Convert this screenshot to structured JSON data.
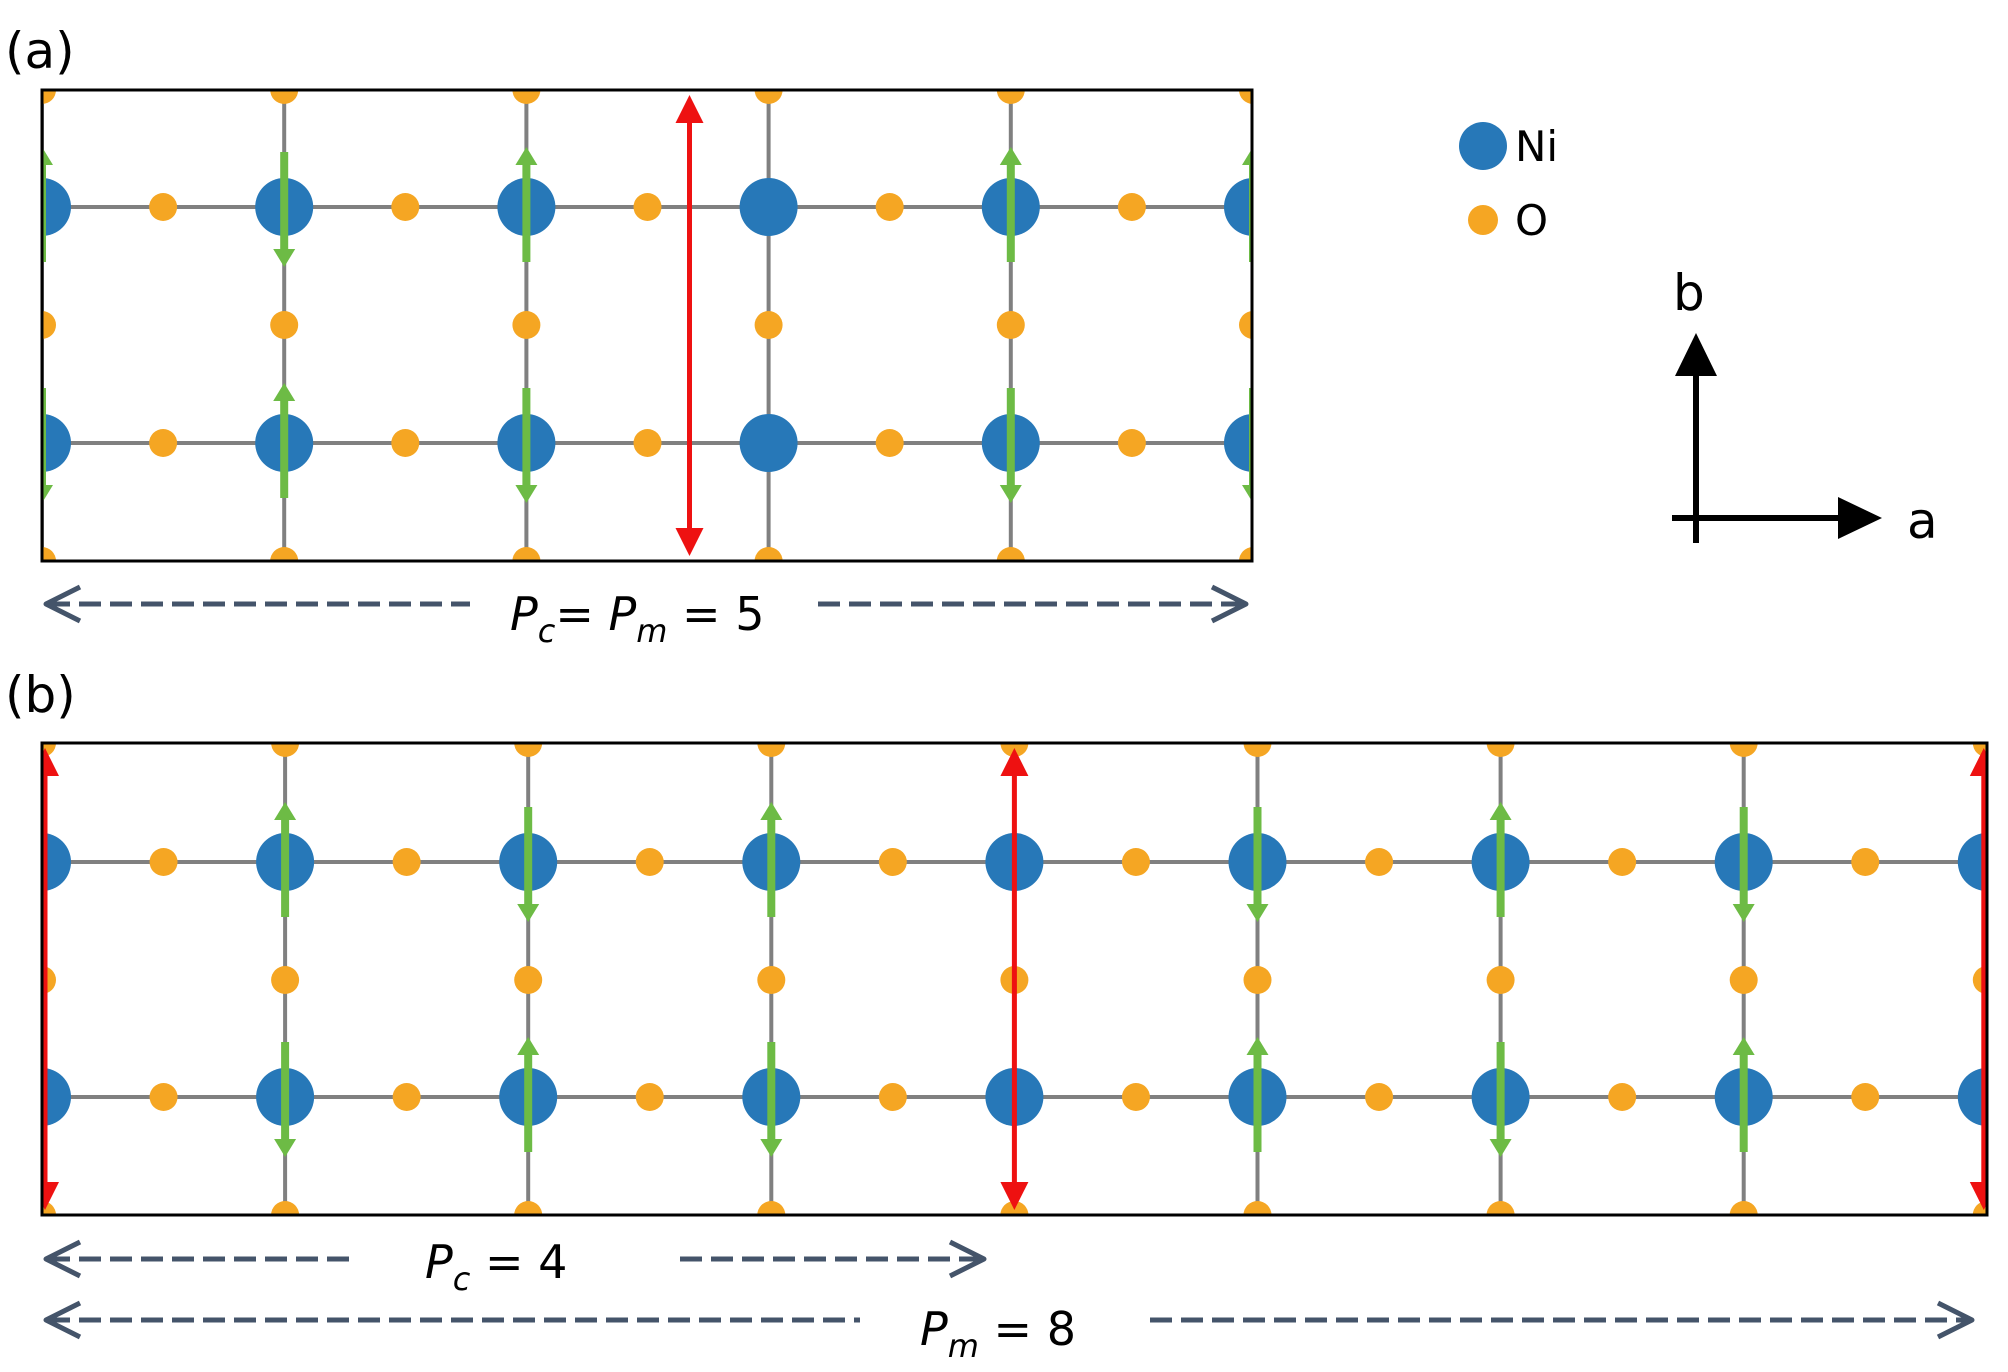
{
  "colors": {
    "ni": "#2778b8",
    "o": "#f5a623",
    "bond": "#808080",
    "spin_small": "#6dbb45",
    "spin_large": "#ee1111",
    "frame": "#000000",
    "period_arrow": "#44546a"
  },
  "legend": {
    "ni": "Ni",
    "o": "O"
  },
  "axes": {
    "a": "a",
    "b": "b"
  },
  "panels": [
    {
      "label": "(a)",
      "columns": 6,
      "spins": [
        [
          1,
          -1,
          1,
          0,
          1,
          1
        ],
        [
          -1,
          1,
          -1,
          0,
          -1,
          -1
        ]
      ],
      "large_spin_columns": [
        3
      ],
      "period_labels": [
        {
          "symbol": "P",
          "sub": "c",
          "text": "= "
        },
        {
          "symbol": "P",
          "sub": "m",
          "text": " = 5"
        }
      ]
    },
    {
      "label": "(b)",
      "columns": 9,
      "spins": [
        [
          0,
          1,
          -1,
          1,
          0,
          -1,
          1,
          -1,
          0
        ],
        [
          0,
          -1,
          1,
          -1,
          0,
          1,
          -1,
          1,
          0
        ]
      ],
      "large_spin_columns": [
        0,
        4,
        8
      ],
      "period_labels": [
        {
          "symbol": "P",
          "sub": "c",
          "text": " = 4"
        },
        {
          "symbol": "P",
          "sub": "m",
          "text": " = 8"
        }
      ]
    }
  ]
}
